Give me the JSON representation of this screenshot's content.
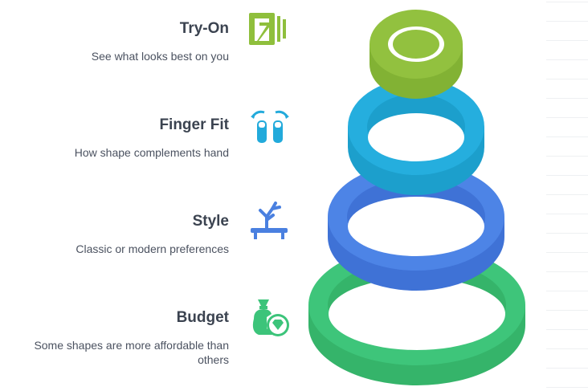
{
  "items": [
    {
      "title": "Try-On",
      "description": "See what looks best on you",
      "color": "#8fbf3c",
      "icon": "try-on-icon"
    },
    {
      "title": "Finger Fit",
      "description": "How shape complements hand",
      "color": "#22aadb",
      "icon": "finger-fit-icon"
    },
    {
      "title": "Style",
      "description": "Classic or modern preferences",
      "color": "#4a80e0",
      "icon": "style-icon"
    },
    {
      "title": "Budget",
      "description": "Some shapes are more affordable than others",
      "color": "#3cc47a",
      "icon": "budget-icon"
    }
  ]
}
